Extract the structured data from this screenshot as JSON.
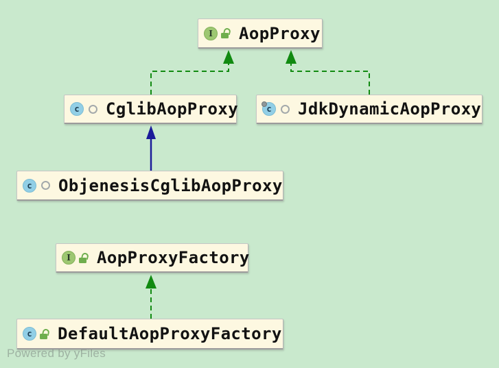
{
  "diagram": {
    "type": "uml-class-diagram",
    "colors": {
      "background": "#c9e9cd",
      "node_fill": "#fdf8e1",
      "node_border": "#c6c6c6",
      "implements_edge": "#118a11",
      "extends_edge": "#1b1b99",
      "interface_icon": "#9dc772",
      "class_icon": "#92cfe6",
      "public_lock": "#6fae4e"
    }
  },
  "icons": {
    "interface_letter": "I",
    "class_letter": "c"
  },
  "nodes": {
    "aop_proxy": {
      "label": "AopProxy",
      "kind": "interface",
      "visibility": "public"
    },
    "cglib_aop_proxy": {
      "label": "CglibAopProxy",
      "kind": "class",
      "visibility": "package-private"
    },
    "jdk_dynamic_aop_proxy": {
      "label": "JdkDynamicAopProxy",
      "kind": "class",
      "visibility": "package-private",
      "modifier": "final"
    },
    "objenesis_cglib_aop_proxy": {
      "label": "ObjenesisCglibAopProxy",
      "kind": "class",
      "visibility": "package-private"
    },
    "aop_proxy_factory": {
      "label": "AopProxyFactory",
      "kind": "interface",
      "visibility": "public"
    },
    "default_aop_proxy_factory": {
      "label": "DefaultAopProxyFactory",
      "kind": "class",
      "visibility": "public"
    }
  },
  "edges": [
    {
      "from": "CglibAopProxy",
      "to": "AopProxy",
      "relation": "implements",
      "line": "dashed",
      "color": "#118a11"
    },
    {
      "from": "JdkDynamicAopProxy",
      "to": "AopProxy",
      "relation": "implements",
      "line": "dashed",
      "color": "#118a11"
    },
    {
      "from": "ObjenesisCglibAopProxy",
      "to": "CglibAopProxy",
      "relation": "extends",
      "line": "solid",
      "color": "#1b1b99"
    },
    {
      "from": "DefaultAopProxyFactory",
      "to": "AopProxyFactory",
      "relation": "implements",
      "line": "dashed",
      "color": "#118a11"
    }
  ],
  "watermark": {
    "text": "Powered by yFiles"
  }
}
